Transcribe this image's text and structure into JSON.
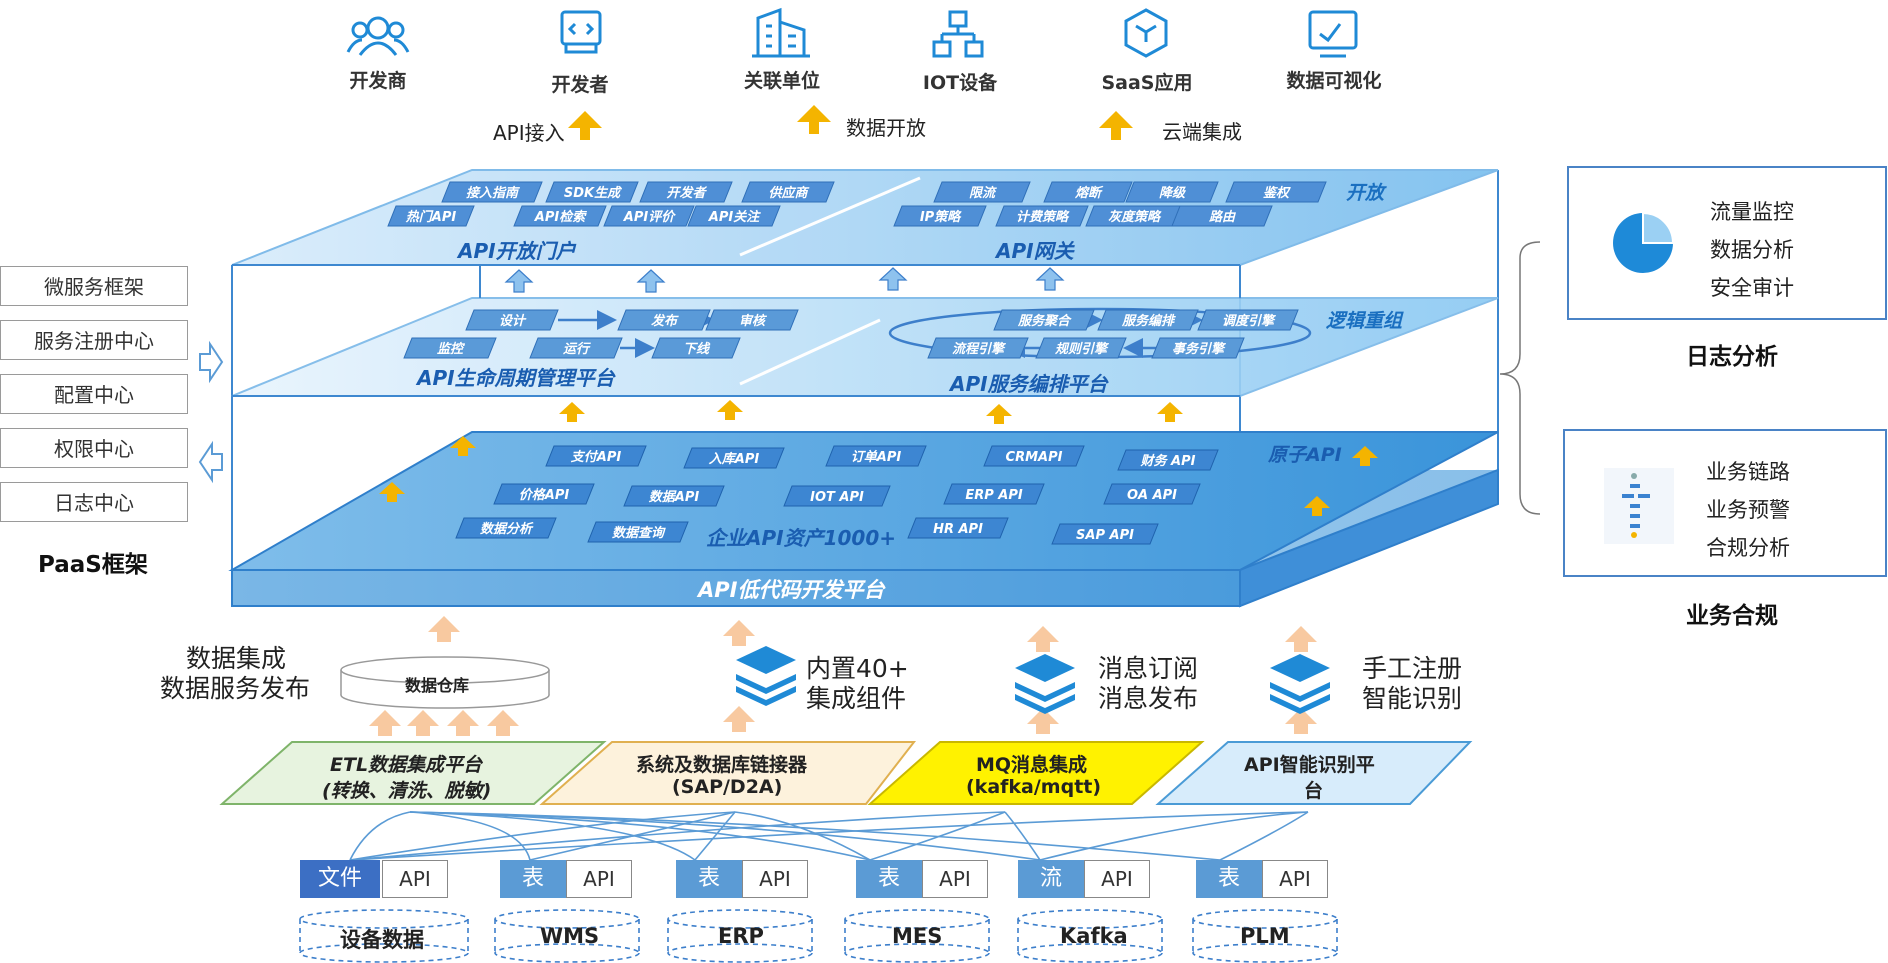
{
  "top_icons": [
    {
      "label": "开发商",
      "icon": "users-icon"
    },
    {
      "label": "开发者",
      "icon": "code-window-icon"
    },
    {
      "label": "关联单位",
      "icon": "building-icon"
    },
    {
      "label": "IOT设备",
      "icon": "network-icon"
    },
    {
      "label": "SaaS应用",
      "icon": "cube-icon"
    },
    {
      "label": "数据可视化",
      "icon": "chart-screen-icon"
    }
  ],
  "top_arrows": [
    "API接入",
    "数据开放",
    "云端集成"
  ],
  "open_layer": {
    "title": "开放",
    "portal_title": "API开放门户",
    "gateway_title": "API网关",
    "portal_tags": [
      "接入指南",
      "SDK生成",
      "开发者",
      "供应商",
      "热门API",
      "API检索",
      "API评价",
      "API关注"
    ],
    "gateway_tags": [
      "限流",
      "熔断",
      "降级",
      "鉴权",
      "IP策略",
      "计费策略",
      "灰度策略",
      "路由"
    ]
  },
  "logic_layer": {
    "title": "逻辑重组",
    "lifecycle_title": "API生命周期管理平台",
    "orchestration_title": "API服务编排平台",
    "lifecycle_tags": [
      "设计",
      "发布",
      "审核",
      "监控",
      "运行",
      "下线"
    ],
    "orchestration_tags": [
      "服务聚合",
      "服务编排",
      "调度引擎",
      "流程引擎",
      "规则引擎",
      "事务引擎"
    ]
  },
  "atomic_layer": {
    "title": "原子API",
    "assets_title": "企业API资产1000+",
    "tags": [
      "支付API",
      "入库API",
      "订单API",
      "CRMAPI",
      "财务 API",
      "价格API",
      "数据API",
      "IOT API",
      "ERP API",
      "OA API",
      "数据分析",
      "数据查询",
      "HR API",
      "SAP API"
    ]
  },
  "base_title": "API低代码开发平台",
  "paas": {
    "title": "PaaS框架",
    "items": [
      "微服务框架",
      "服务注册中心",
      "配置中心",
      "权限中心",
      "日志中心"
    ]
  },
  "log_panel": {
    "title": "日志分析",
    "items": [
      "流量监控",
      "数据分析",
      "安全审计"
    ]
  },
  "compliance_panel": {
    "title": "业务合规",
    "items": [
      "业务链路",
      "业务预警",
      "合规分析"
    ]
  },
  "integration": {
    "warehouse": "数据仓库",
    "left_text": [
      "数据集成",
      "数据服务发布"
    ],
    "builtin_text": [
      "内置40+",
      "集成组件"
    ],
    "mq_text": [
      "消息订阅",
      "消息发布"
    ],
    "manual_text": [
      "手工注册",
      "智能识别"
    ]
  },
  "platforms": [
    {
      "line1": "ETL数据集成平台",
      "line2": "(转换、清洗、脱敏)",
      "fill": "#e7f3df",
      "border": "#7fb46a"
    },
    {
      "line1": "系统及数据库链接器",
      "line2": "(SAP/D2A)",
      "fill": "#fdf2dc",
      "border": "#e0b050"
    },
    {
      "line1": "MQ消息集成",
      "line2": "(kafka/mqtt)",
      "fill": "#fff200",
      "border": "#c9b800"
    },
    {
      "line1": "API智能识别平",
      "line2": "台",
      "fill": "#d7ecfb",
      "border": "#4a9bd6"
    }
  ],
  "sources": [
    {
      "type": "文件",
      "api": "API",
      "name": "设备数据",
      "color": "#3c6fc4"
    },
    {
      "type": "表",
      "api": "API",
      "name": "WMS",
      "color": "#5b9bd5"
    },
    {
      "type": "表",
      "api": "API",
      "name": "ERP",
      "color": "#5b9bd5"
    },
    {
      "type": "表",
      "api": "API",
      "name": "MES",
      "color": "#5b9bd5"
    },
    {
      "type": "流",
      "api": "API",
      "name": "Kafka",
      "color": "#5b9bd5"
    },
    {
      "type": "表",
      "api": "API",
      "name": "PLM",
      "color": "#5b9bd5"
    }
  ],
  "colors": {
    "accent": "#2e75c8",
    "orange": "#f4b400",
    "light_orange": "#f8c9a0"
  }
}
